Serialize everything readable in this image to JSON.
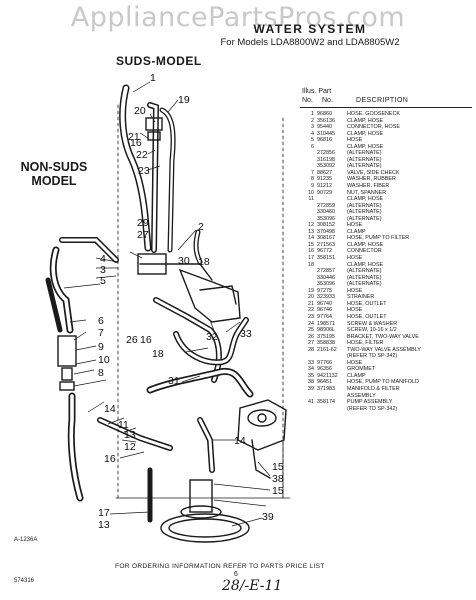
{
  "watermark": "AppliancePartsPros.com",
  "header": {
    "title": "WATER SYSTEM",
    "models": "For Models LDA8800W2 and LDA8805W2"
  },
  "labels": {
    "suds_model": "SUDS-MODEL",
    "non_suds_model": "NON-SUDS MODEL"
  },
  "parts_table": {
    "col_illus": "Illus. Part",
    "col_no": "No.",
    "col_no2": "No.",
    "col_desc": "DESCRIPTION",
    "rows": [
      {
        "n": "1",
        "p": "96860",
        "d": "HOSE, GOOSENECK"
      },
      {
        "n": "2",
        "p": "356136",
        "d": "CLAMP, HOSE"
      },
      {
        "n": "3",
        "p": "95440",
        "d": "CONNECTOR, HOSE"
      },
      {
        "n": "4",
        "p": "310445",
        "d": "CLAMP, HOSE"
      },
      {
        "n": "5",
        "p": "96816",
        "d": "HOSE"
      },
      {
        "n": "6",
        "p": "",
        "d": "CLAMP, HOSE"
      },
      {
        "n": "",
        "p": "272856",
        "d": "(ALTERNATE)"
      },
      {
        "n": "",
        "p": "316198",
        "d": "(ALTERNATE)"
      },
      {
        "n": "",
        "p": "353092",
        "d": "(ALTERNATE)"
      },
      {
        "n": "7",
        "p": "88627",
        "d": "VALVE, SIDE CHECK"
      },
      {
        "n": "8",
        "p": "91235",
        "d": "WASHER, RUBBER"
      },
      {
        "n": "9",
        "p": "91212",
        "d": "WASHER, FIBER"
      },
      {
        "n": "10",
        "p": "90729",
        "d": "NUT, SPANNER"
      },
      {
        "n": "11",
        "p": "",
        "d": "CLAMP, HOSE"
      },
      {
        "n": "",
        "p": "272859",
        "d": "(ALTERNATE)"
      },
      {
        "n": "",
        "p": "330460",
        "d": "(ALTERNATE)"
      },
      {
        "n": "",
        "p": "353096",
        "d": "(ALTERNATE)"
      },
      {
        "n": "12",
        "p": "308152",
        "d": "HOSE"
      },
      {
        "n": "13",
        "p": "370498",
        "d": "CLAMP"
      },
      {
        "n": "14",
        "p": "308167",
        "d": "HOSE, PUMP TO FILTER"
      },
      {
        "n": "15",
        "p": "271563",
        "d": "CLAMP, HOSE"
      },
      {
        "n": "16",
        "p": "96772",
        "d": "CONNECTOR"
      },
      {
        "n": "17",
        "p": "358151",
        "d": "HOSE"
      },
      {
        "n": "18",
        "p": "",
        "d": "CLAMP, HOSE"
      },
      {
        "n": "",
        "p": "272857",
        "d": "(ALTERNATE)"
      },
      {
        "n": "",
        "p": "330446",
        "d": "(ALTERNATE)"
      },
      {
        "n": "",
        "p": "353096",
        "d": "(ALTERNATE)"
      },
      {
        "n": "19",
        "p": "97275",
        "d": "HOSE"
      },
      {
        "n": "20",
        "p": "323933",
        "d": "STRAINER"
      },
      {
        "n": "21",
        "p": "96740",
        "d": "HOSE, OUTLET"
      },
      {
        "n": "22",
        "p": "96746",
        "d": "HOSE"
      },
      {
        "n": "23",
        "p": "97764",
        "d": "HOSE, OUTLET"
      },
      {
        "n": "24",
        "p": "198571",
        "d": "SCREW & WASHER"
      },
      {
        "n": "25",
        "p": "98906L",
        "d": "SCREW, 10-16 x 1/2"
      },
      {
        "n": "26",
        "p": "375195",
        "d": "BRACKET, TWO-WAY VALVE"
      },
      {
        "n": "27",
        "p": "358838",
        "d": "HOSE, FILTER"
      },
      {
        "n": "28",
        "p": "2161-62",
        "d": "TWO-WAY VALVE ASSEMBLY"
      },
      {
        "n": "",
        "p": "",
        "d": "(REFER TO SP-342)"
      },
      {
        "n": "33",
        "p": "97766",
        "d": "HOSE"
      },
      {
        "n": "34",
        "p": "96356",
        "d": "GROMMET"
      },
      {
        "n": "35",
        "p": "9421132",
        "d": "CLAMP"
      },
      {
        "n": "38",
        "p": "96451",
        "d": "HOSE, PUMP TO MANIFOLD"
      },
      {
        "n": "39",
        "p": "371983",
        "d": "MANIFOLD & FILTER"
      },
      {
        "n": "",
        "p": "",
        "d": "ASSEMBLY"
      },
      {
        "n": "41",
        "p": "358174",
        "d": "PUMP ASSEMBLY"
      },
      {
        "n": "",
        "p": "",
        "d": "(REFER TO SP-342)"
      }
    ]
  },
  "callouts": [
    "1",
    "20",
    "19",
    "21",
    "22",
    "16",
    "23",
    "2",
    "29",
    "27",
    "30",
    "18",
    "4",
    "3",
    "5",
    "6",
    "7",
    "9",
    "10",
    "8",
    "26",
    "16",
    "18",
    "32",
    "33",
    "31",
    "14",
    "11",
    "13",
    "12",
    "16",
    "14",
    "15",
    "38",
    "15",
    "17",
    "13",
    "39"
  ],
  "footer": "FOR ORDERING INFORMATION REFER TO PARTS PRICE LIST",
  "codes": {
    "drawing_id": "A-1236A",
    "page_code": "574316",
    "page_number": "6",
    "handwritten": "28/-E-11"
  }
}
